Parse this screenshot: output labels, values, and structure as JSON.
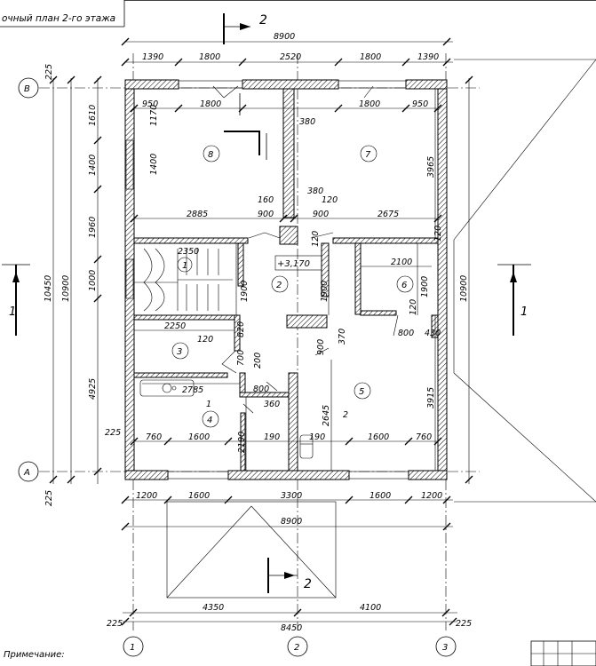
{
  "title": "очный план 2-го этажа",
  "note": "Примечание:",
  "section_mark": "2",
  "level_mark": "+3,170",
  "axes": {
    "rows": [
      "В",
      "А"
    ],
    "cols": [
      "1",
      "2",
      "3"
    ]
  },
  "dims": {
    "overall_top": "8900",
    "top_row": [
      "1390",
      "1800",
      "2520",
      "1800",
      "1390"
    ],
    "inner_top": [
      "950",
      "1800",
      "1800",
      "950"
    ],
    "bottom_row": [
      "1200",
      "1600",
      "3300",
      "1600",
      "1200"
    ],
    "overall_bottom": "8900",
    "axes_bottom": [
      "4350",
      "4100"
    ],
    "axes_total": "8450",
    "edge": "225",
    "left_outer": "10450",
    "left_mid": "10900",
    "left_stack": [
      "1610",
      "1400",
      "1960",
      "1000",
      "4925"
    ],
    "right_outer": "10900",
    "interior": [
      "1170",
      "1400",
      "380",
      "160",
      "380",
      "120",
      "900",
      "900",
      "2885",
      "2675",
      "3965",
      "2350",
      "1900",
      "1900",
      "120",
      "2100",
      "1900",
      "120",
      "120",
      "2250",
      "120",
      "820",
      "800",
      "430",
      "370",
      "900",
      "700",
      "200",
      "2785",
      "800",
      "360",
      "3915",
      "2190",
      "2645",
      "760",
      "1600",
      "190",
      "190",
      "1600",
      "760",
      "2",
      "1"
    ]
  },
  "rooms": [
    "8",
    "7",
    "1",
    "2",
    "6",
    "3",
    "5",
    "4"
  ]
}
